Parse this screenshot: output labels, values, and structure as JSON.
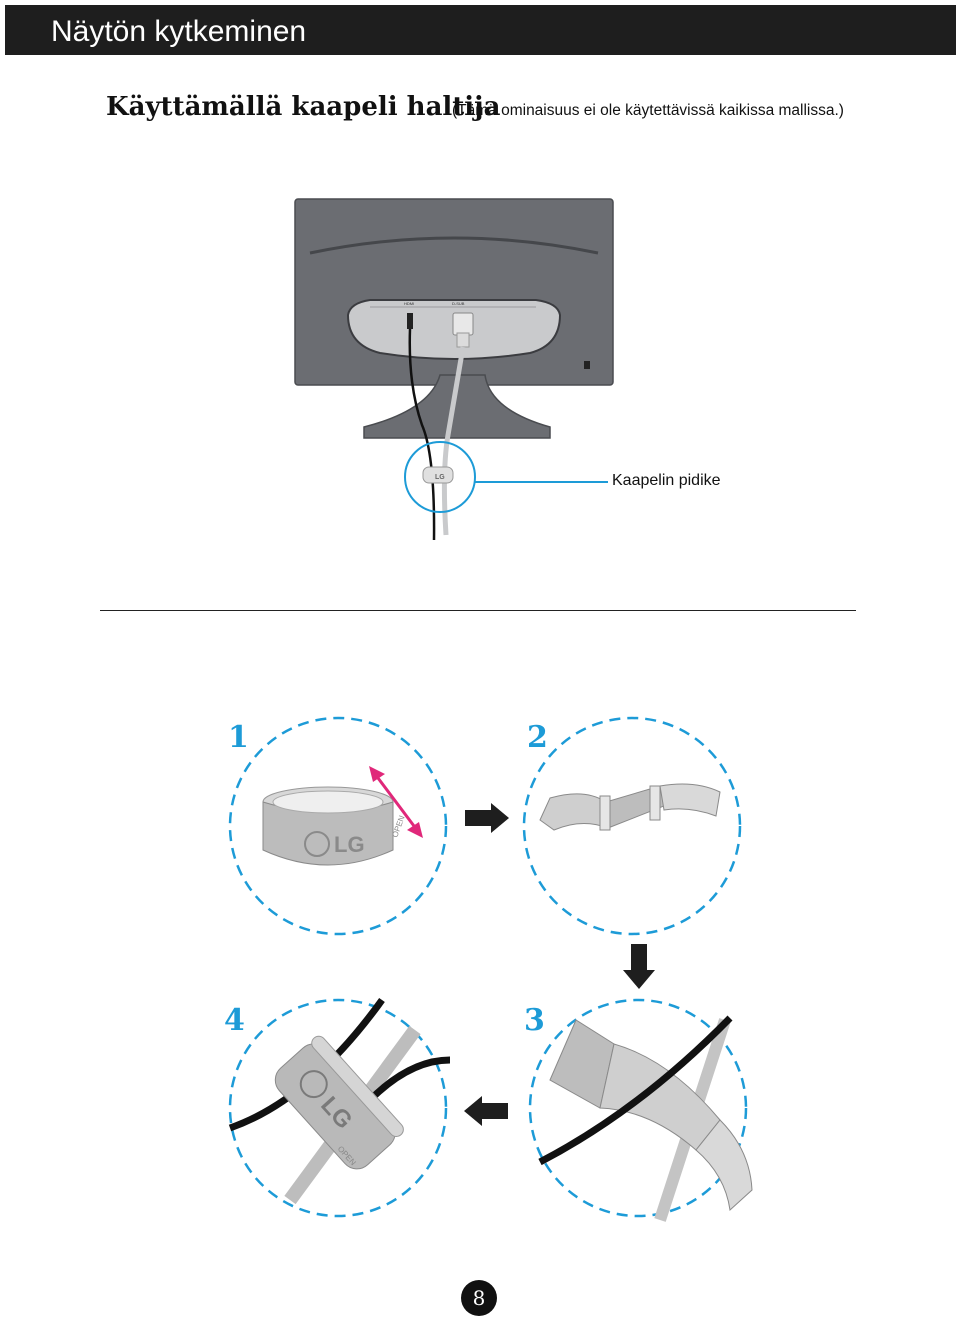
{
  "header": {
    "title": "Näytön kytkeminen"
  },
  "section": {
    "title": "Käyttämällä kaapeli haltija",
    "note": "(Tämä ominaisuus ei ole käytettävissä kaikissa mallissa.)"
  },
  "monitor_figure": {
    "callout_label": "Kaapelin pidike",
    "port_labels": [
      "HDMI",
      "D-SUB"
    ],
    "holder_logo": "LG"
  },
  "steps": [
    {
      "number": "1"
    },
    {
      "number": "2"
    },
    {
      "number": "3"
    },
    {
      "number": "4"
    }
  ],
  "clip_text": {
    "logo": "LG",
    "open_label": "OPEN"
  },
  "page": {
    "number": "8"
  },
  "colors": {
    "header_bg": "#1e1e1e",
    "step_number": "#1d9bd7",
    "dashed_circle": "#1d9bd7",
    "arrow_magenta": "#e0287a",
    "monitor": "#6b6d72"
  }
}
